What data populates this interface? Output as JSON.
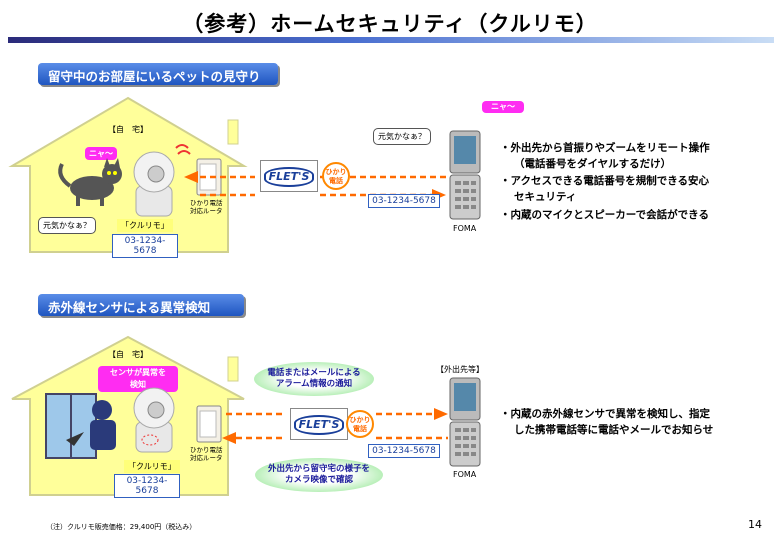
{
  "title": "（参考）ホームセキュリティ（クルリモ）",
  "section1": {
    "header": "留守中のお部屋にいるペットの見守り",
    "home_label": "【自　宅】",
    "pet_bubble": "ニャ〜",
    "cam_bubble": "元気かなぁ？",
    "router_label": "ひかり電話\n対応ルータ",
    "device_label": "「クルリモ」",
    "home_number": "03-1234-5678",
    "flets_logo": "FLET'S",
    "hikari_label": "ひかり\n電話",
    "phone_bubble": "元気かなぁ？",
    "phone_pink": "ニャ〜",
    "phone_number": "03-1234-5678",
    "foma_label": "FOMA",
    "bullets": [
      "・外出先から首振りやズームをリモート操作",
      "（電話番号をダイヤルするだけ）",
      "・アクセスできる電話番号を規制できる安心",
      "セキュリティ",
      "・内蔵のマイクとスピーカーで会話ができる"
    ]
  },
  "section2": {
    "header": "赤外線センサによる異常検知",
    "home_label": "【自　宅】",
    "sensor_bubble": "センサが異常を\n検知",
    "router_label": "ひかり電話\n対応ルータ",
    "device_label": "「クルリモ」",
    "home_number": "03-1234-5678",
    "alarm_oval": "電話またはメールによる\nアラーム情報の通知",
    "check_oval": "外出先から留守宅の様子を\nカメラ映像で確認",
    "flets_logo": "FLET'S",
    "hikari_label": "ひかり\n電話",
    "outside_label": "【外出先等】",
    "phone_number": "03-1234-5678",
    "foma_label": "FOMA",
    "bullets": [
      "・内蔵の赤外線センサで異常を検知し、指定",
      "した携帯電話等に電話やメールでお知らせ"
    ]
  },
  "footnote": "（注）クルリモ販売価格：29,400円（税込み）",
  "page_number": "14",
  "colors": {
    "house_fill": "#ffff9a",
    "house_stroke": "#cfcf8a",
    "arrow": "#ff6a00",
    "header_blue": "#1f55c0",
    "pink": "#ff2cf2"
  }
}
